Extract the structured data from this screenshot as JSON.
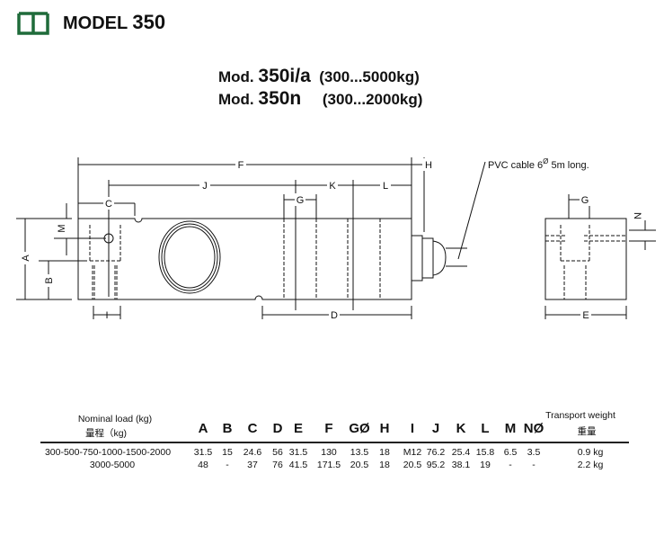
{
  "header": {
    "title_prefix": "MODEL",
    "title_number": "350",
    "brand_color": "#1f6b3a"
  },
  "models": [
    {
      "prefix": "Mod.",
      "number": "350i/a",
      "range": "(300...5000kg)"
    },
    {
      "prefix": "Mod.",
      "number": "350n",
      "range": "(300...2000kg)"
    }
  ],
  "drawing": {
    "labels": {
      "F": "F",
      "H": "H",
      "J": "J",
      "K": "K",
      "L": "L",
      "C": "C",
      "G": "G",
      "G2": "G",
      "M": "M",
      "A": "A",
      "B": "B",
      "I": "I",
      "D": "D",
      "E": "E",
      "N": "N"
    },
    "cable_note": "PVC cable 6",
    "cable_sup": "Ø",
    "cable_note2": " 5m long."
  },
  "table": {
    "nominal_label": "Nominal load (kg)",
    "nominal_label_cn": "量程（kg)",
    "weight_label": "Transport weight",
    "weight_label_cn": "重量",
    "columns": [
      "A",
      "B",
      "C",
      "D",
      "E",
      "F",
      "GØ",
      "H",
      "I",
      "J",
      "K",
      "L",
      "M",
      "NØ"
    ],
    "rows": [
      {
        "load": "300-500-750-1000-1500-2000",
        "values": [
          "31.5",
          "15",
          "24.6",
          "56",
          "31.5",
          "130",
          "13.5",
          "18",
          "M12",
          "76.2",
          "25.4",
          "15.8",
          "6.5",
          "3.5"
        ],
        "weight": "0.9 kg"
      },
      {
        "load": "3000-5000",
        "values": [
          "48",
          "-",
          "37",
          "76",
          "41.5",
          "171.5",
          "20.5",
          "18",
          "20.5",
          "95.2",
          "38.1",
          "19",
          "-",
          "-"
        ],
        "weight": "2.2 kg"
      }
    ]
  }
}
